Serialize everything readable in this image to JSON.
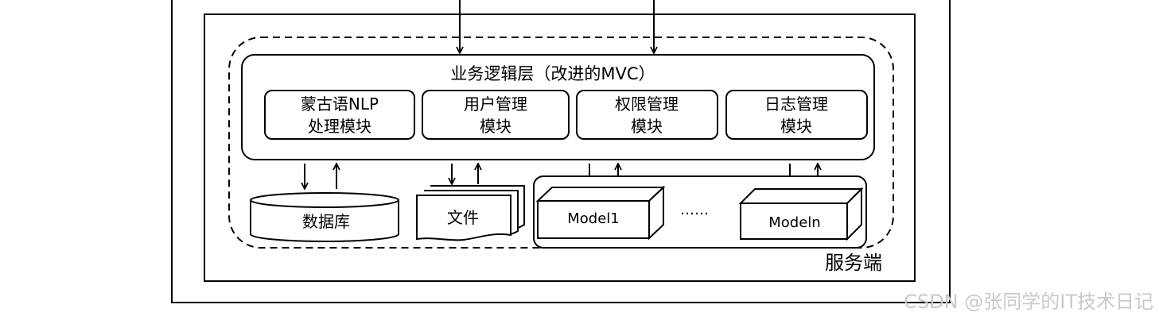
{
  "layer_title": "业务逻辑层（改进的MVC）",
  "modules": [
    {
      "line1": "蒙古语NLP",
      "line2": "处理模块"
    },
    {
      "line1": "用户管理",
      "line2": "模块"
    },
    {
      "line1": "权限管理",
      "line2": "模块"
    },
    {
      "line1": "日志管理",
      "line2": "模块"
    }
  ],
  "storage": {
    "database": "数据库",
    "files": "文件",
    "model_first": "Model1",
    "ellipsis": "……",
    "model_last": "Modeln"
  },
  "server_label": "服务端",
  "watermark": "CSDN @张同学的IT技术日记"
}
